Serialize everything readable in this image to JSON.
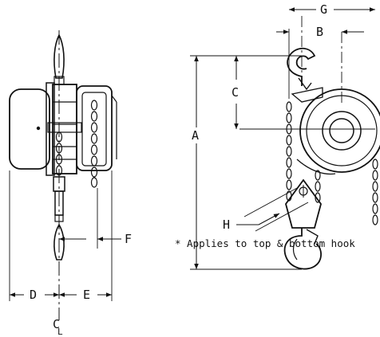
{
  "labels": {
    "A": "A",
    "B": "B",
    "C": "C",
    "D": "D",
    "E": "E",
    "F": "F",
    "G": "G",
    "H": "H",
    "centerline": "C",
    "centerline_sub": "L"
  },
  "note": "* Applies to top & bottom hook"
}
